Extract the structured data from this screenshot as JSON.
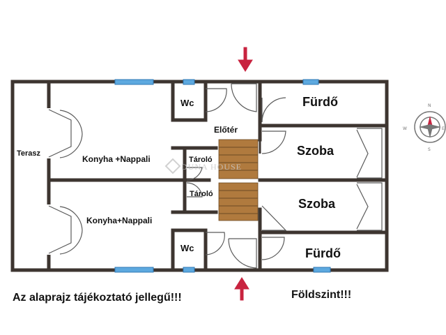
{
  "rooms": {
    "terrace": "Terasz",
    "kitchen_living_top": "Konyha +Nappali",
    "kitchen_living_bottom": "Konyha+Nappali",
    "wc_top": "Wc",
    "wc_bottom": "Wc",
    "storage_top": "Tároló",
    "storage_bottom": "Tároló",
    "hall": "Előtér",
    "bathroom_top": "Fürdő",
    "bathroom_bottom": "Fürdő",
    "bedroom_top": "Szoba",
    "bedroom_bottom": "Szoba"
  },
  "watermark": "DUNA HOUSE",
  "notes": {
    "disclaimer": "Az alaprajz tájékoztató jellegű!!!",
    "floor": "Földszint!!!"
  },
  "compass": {
    "north": "N",
    "south": "S",
    "east": "E",
    "west": "W"
  },
  "colors": {
    "wall": "#3d3530",
    "window": "#5da9df",
    "stairs": "#b07a3e",
    "entrance_arrow": "#c8233f"
  }
}
